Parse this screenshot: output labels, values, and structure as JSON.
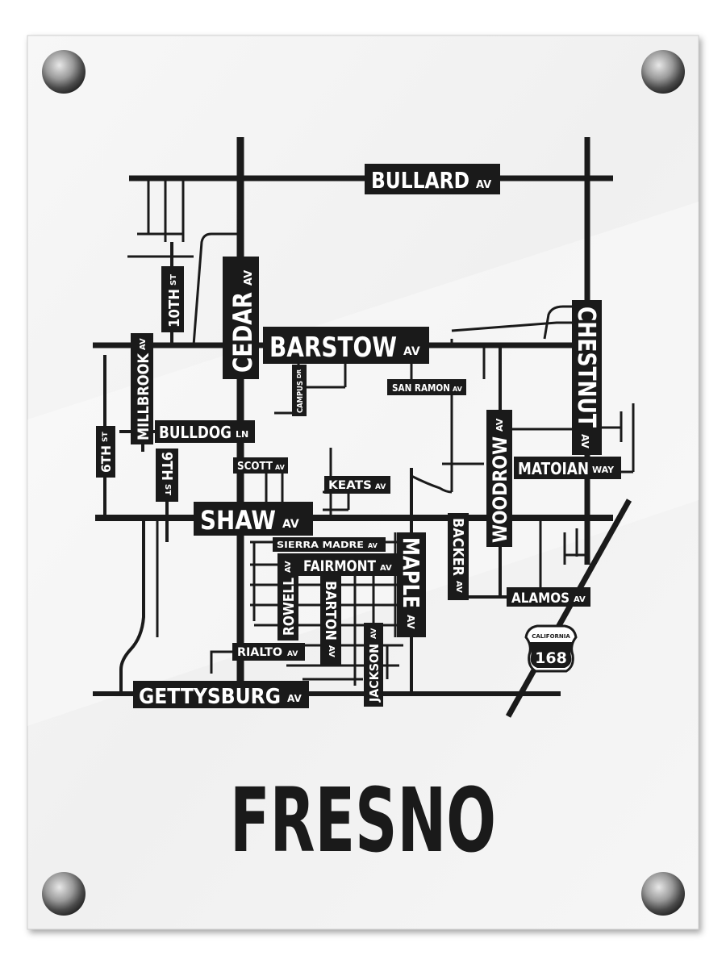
{
  "title": "FRESNO",
  "colors": {
    "background": "#ffffff",
    "panel": "#f4f4f4",
    "road": "#1a1a1a",
    "label_bg": "#1a1a1a",
    "label_text": "#ffffff"
  },
  "standoffs": [
    "standoff-top-left",
    "standoff-top-right",
    "standoff-bottom-left",
    "standoff-bottom-right"
  ],
  "labels": {
    "bullard": {
      "name": "BULLARD",
      "suffix": "AV"
    },
    "cedar": {
      "name": "CEDAR",
      "suffix": "AV"
    },
    "barstow": {
      "name": "BARSTOW",
      "suffix": "AV"
    },
    "chestnut": {
      "name": "CHESTNUT",
      "suffix": "AV"
    },
    "tenth": {
      "name": "10TH",
      "suffix": "ST"
    },
    "millbrook": {
      "name": "MILLBROOK",
      "suffix": "AV"
    },
    "campus": {
      "name": "CAMPUS",
      "suffix": "DR"
    },
    "san_ramon": {
      "name": "SAN RAMON",
      "suffix": "AV"
    },
    "bulldog": {
      "name": "BULLDOG",
      "suffix": "LN"
    },
    "sixth": {
      "name": "6TH",
      "suffix": "ST"
    },
    "ninth": {
      "name": "9TH",
      "suffix": "ST"
    },
    "scott": {
      "name": "SCOTT",
      "suffix": "AV"
    },
    "keats": {
      "name": "KEATS",
      "suffix": "AV"
    },
    "woodrow": {
      "name": "WOODROW",
      "suffix": "AV"
    },
    "matoian": {
      "name": "MATOIAN",
      "suffix": "WAY"
    },
    "shaw": {
      "name": "SHAW",
      "suffix": "AV"
    },
    "sierra_madre": {
      "name": "SIERRA MADRE",
      "suffix": "AV"
    },
    "fairmont": {
      "name": "FAIRMONT",
      "suffix": "AV"
    },
    "maple": {
      "name": "MAPLE",
      "suffix": "AV"
    },
    "backer": {
      "name": "BACKER",
      "suffix": "AV"
    },
    "rowell": {
      "name": "ROWELL",
      "suffix": "AV"
    },
    "barton": {
      "name": "BARTON",
      "suffix": "AV"
    },
    "alamos": {
      "name": "ALAMOS",
      "suffix": "AV"
    },
    "rialto": {
      "name": "RIALTO",
      "suffix": "AV"
    },
    "jackson": {
      "name": "JACKSON",
      "suffix": "AV"
    },
    "gettysburg": {
      "name": "GETTYSBURG",
      "suffix": "AV"
    }
  },
  "shield": {
    "state": "CALIFORNIA",
    "number": "168"
  }
}
